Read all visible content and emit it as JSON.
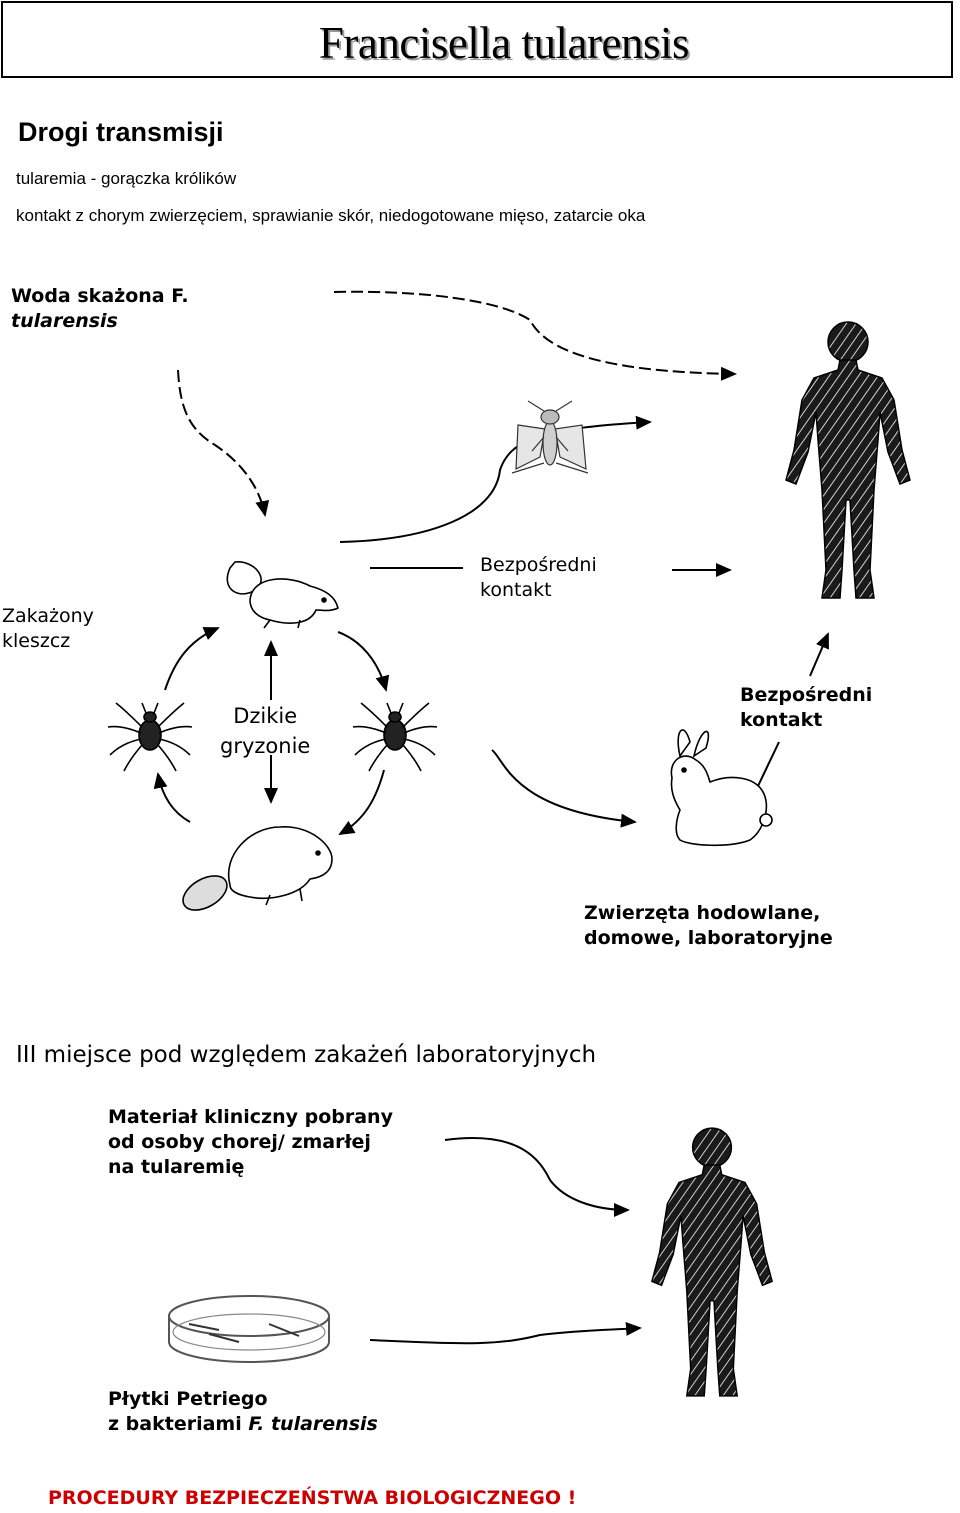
{
  "title": "Francisella tularensis",
  "heading": "Drogi transmisji",
  "intro": {
    "line1": "tularemia - gorączka królików",
    "line2": "kontakt z chorym zwierzęciem, sprawianie skór, niedogotowane mięso, zatarcie oka"
  },
  "diagram": {
    "water": {
      "line1": "Woda skażona F.",
      "line2": "tularensis"
    },
    "tick": {
      "line1": "Zakażony",
      "line2": "kleszcz"
    },
    "direct1": {
      "line1": "Bezpośredni",
      "line2": "kontakt"
    },
    "rodents": {
      "line1": "Dzikie",
      "line2": "gryzonie"
    },
    "direct2": {
      "line1": "Bezpośredni",
      "line2": "kontakt"
    },
    "domestic": {
      "line1": "Zwierzęta hodowlane,",
      "line2": "domowe, laboratoryjne"
    }
  },
  "lab": {
    "heading": "III miejsce pod względem zakażeń laboratoryjnych",
    "material": {
      "line1": "Materiał kliniczny pobrany",
      "line2": "od osoby chorej/ zmarłej",
      "line3": "na tularemię"
    },
    "petri": {
      "line1": "Płytki Petriego",
      "line2_prefix": "z bakteriami ",
      "line2_italic": "F. tularensis"
    }
  },
  "footer": "PROCEDURY BEZPIECZEŃSTWA BIOLOGICZNEGO !",
  "colors": {
    "footer": "#cc0000",
    "title_shadow": "#9a9a9a"
  },
  "icons": [
    "human-figure-icon",
    "fly-icon",
    "squirrel-icon",
    "tick-icon",
    "beaver-icon",
    "rabbit-icon",
    "petri-dish-icon"
  ]
}
